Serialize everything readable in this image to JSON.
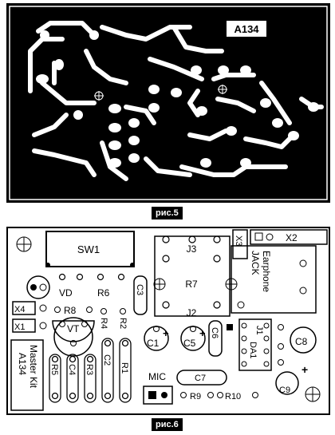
{
  "figure5": {
    "caption": "рис.5",
    "board_label": "A134"
  },
  "figure6": {
    "caption": "рис.6",
    "labels": {
      "sw1": "SW1",
      "x2": "X2",
      "x3": "X3",
      "jack_line1": "Earphone",
      "jack_line2": "JACK",
      "j3": "J3",
      "j2": "J2",
      "j1": "J1",
      "r7": "R7",
      "vd": "VD",
      "r6": "R6",
      "r8": "R8",
      "c3": "C3",
      "x4": "X4",
      "x1": "X1",
      "vt": "VT",
      "r4": "R4",
      "r2": "R2",
      "c1": "C1",
      "c5": "C5",
      "c6": "C6",
      "da1": "DA1",
      "c8": "C8",
      "kit_line1": "Master Kit",
      "kit_line2": "A134",
      "r5": "R5",
      "c4": "C4",
      "r3": "R3",
      "c2": "C2",
      "r1": "R1",
      "mic": "MIC",
      "c7": "C7",
      "r9": "R9",
      "r10": "R10",
      "c9": "C9",
      "plus": "+"
    }
  }
}
